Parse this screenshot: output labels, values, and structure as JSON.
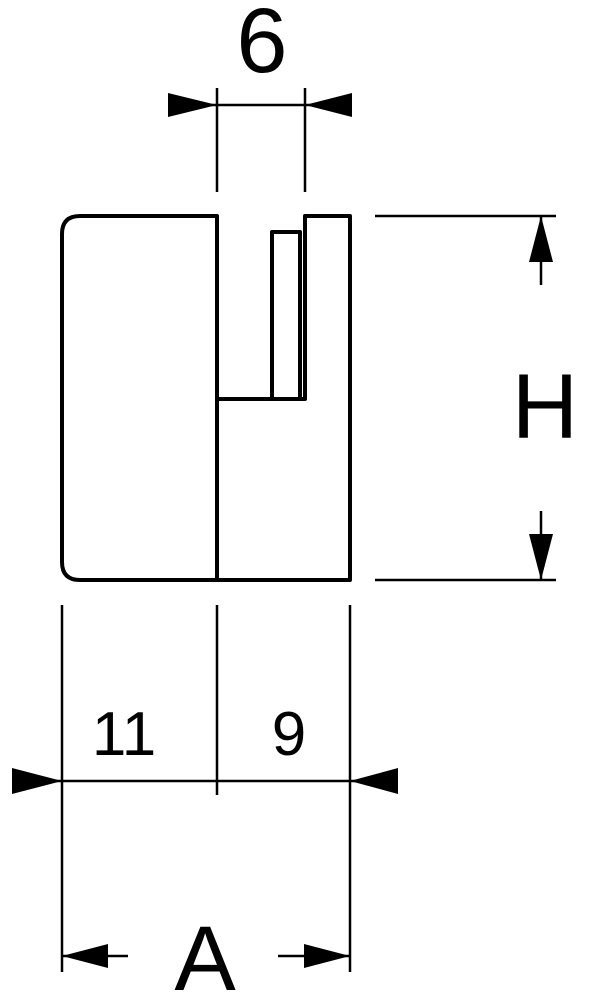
{
  "diagram": {
    "dimensions": {
      "slot_width": "6",
      "height": "H",
      "left_width": "11",
      "right_width": "9",
      "total_width": "A"
    },
    "colors": {
      "stroke": "#000000",
      "background": "#ffffff"
    }
  }
}
